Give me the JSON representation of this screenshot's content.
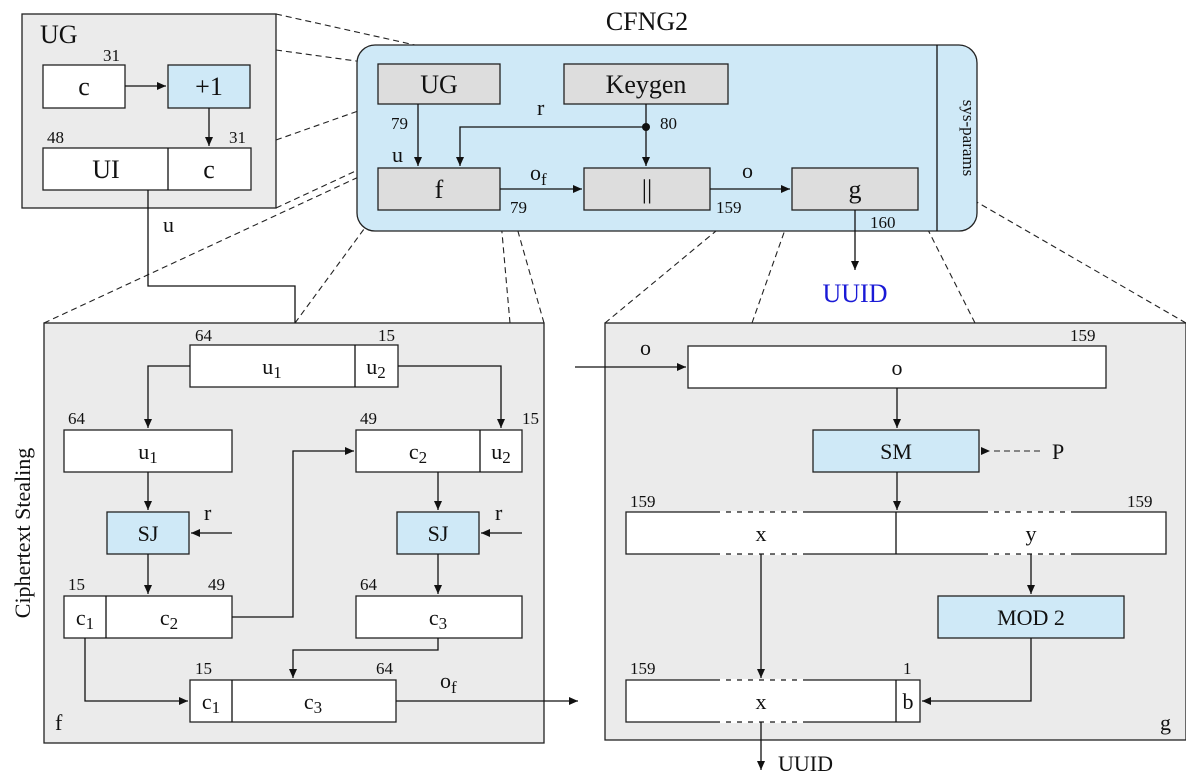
{
  "title": "CFNG2",
  "sys_params": "sys-params",
  "ug": {
    "title": "UG",
    "c": "c",
    "plus": "+1",
    "ui": "UI",
    "c2": "c",
    "bits_c": "31",
    "bits_ui": "48",
    "bits_c2": "31",
    "u": "u"
  },
  "cfng": {
    "ug": "UG",
    "keygen": "Keygen",
    "f": "f",
    "concat": "||",
    "g": "g",
    "r": "r",
    "u": "u",
    "of": "o",
    "of_sub": "f",
    "o": "o",
    "n79a": "79",
    "n80": "80",
    "n79b": "79",
    "n159": "159",
    "n160": "160",
    "uuid": "UUID"
  },
  "f_panel": {
    "side": "Ciphertext Stealing",
    "label": "f",
    "u1": "u",
    "u1_sub": "1",
    "u2": "u",
    "u2_sub": "2",
    "n64a": "64",
    "n15a": "15",
    "u1b": "u",
    "u1b_sub": "1",
    "n64b": "64",
    "c2": "c",
    "c2_sub": "2",
    "u2b": "u",
    "u2b_sub": "2",
    "n49a": "49",
    "n15b": "15",
    "sj1": "SJ",
    "sj2": "SJ",
    "r1": "r",
    "r2": "r",
    "c1": "c",
    "c1_sub": "1",
    "c2b": "c",
    "c2b_sub": "2",
    "n15c": "15",
    "n49b": "49",
    "c3": "c",
    "c3_sub": "3",
    "n64c": "64",
    "c1b": "c",
    "c1b_sub": "1",
    "c3b": "c",
    "c3b_sub": "3",
    "n15d": "15",
    "n64d": "64",
    "of": "o",
    "of_sub": "f"
  },
  "g_panel": {
    "label": "g",
    "o_in": "o",
    "o": "o",
    "n159a": "159",
    "sm": "SM",
    "p": "P",
    "x": "x",
    "y": "y",
    "n159b": "159",
    "n159c": "159",
    "mod2": "MOD 2",
    "x2": "x",
    "b": "b",
    "n159d": "159",
    "n1": "1",
    "uuid": "UUID"
  }
}
